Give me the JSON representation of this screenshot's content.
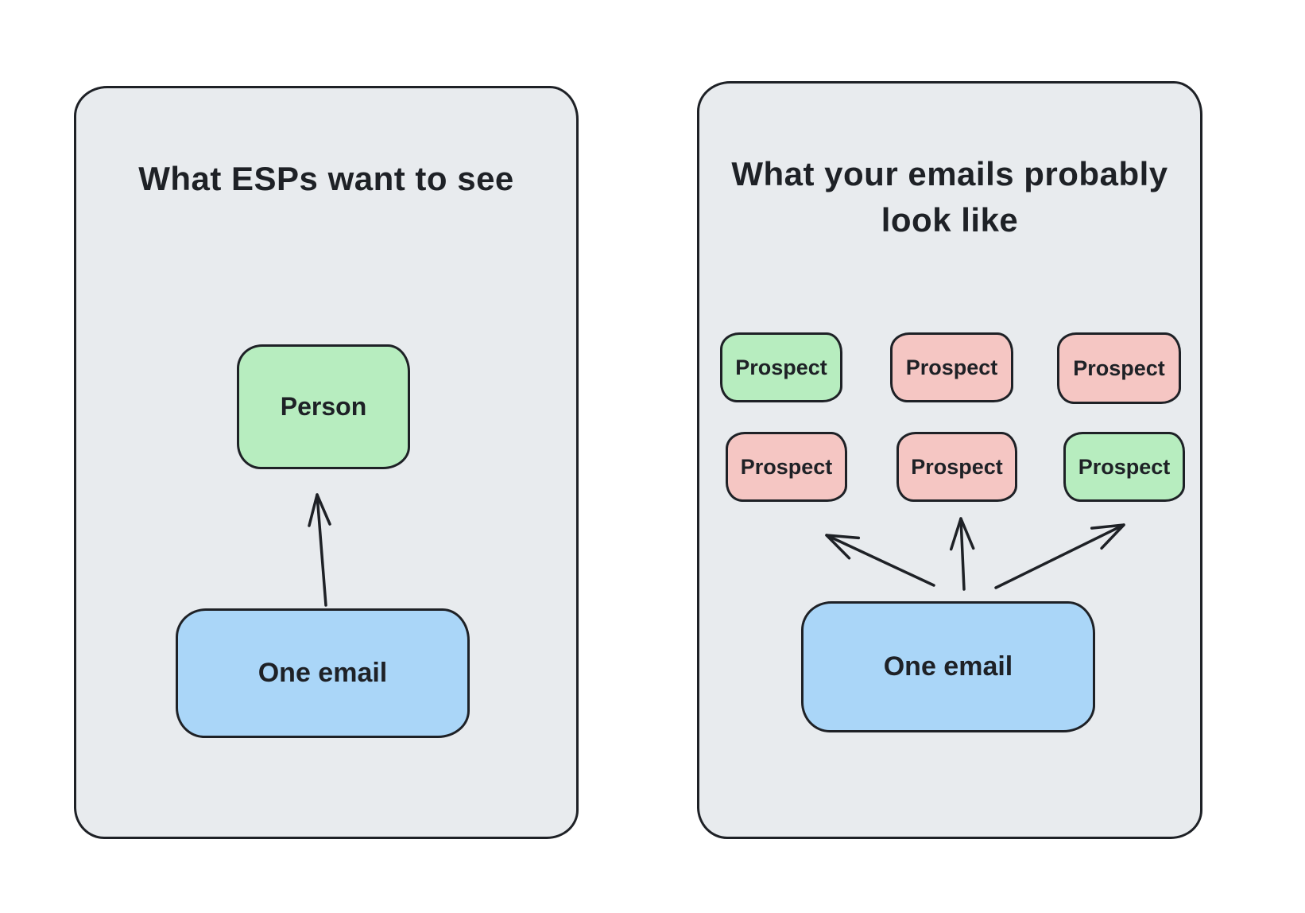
{
  "left_panel": {
    "title": "What ESPs want to see",
    "person_label": "Person",
    "email_label": "One email"
  },
  "right_panel": {
    "title_line1": "What your emails probably",
    "title_line2": "look like",
    "email_label": "One email",
    "prospects": [
      {
        "label": "Prospect",
        "color": "#b7edbf"
      },
      {
        "label": "Prospect",
        "color": "#f5c6c3"
      },
      {
        "label": "Prospect",
        "color": "#f5c6c3"
      },
      {
        "label": "Prospect",
        "color": "#f5c6c3"
      },
      {
        "label": "Prospect",
        "color": "#f5c6c3"
      },
      {
        "label": "Prospect",
        "color": "#b7edbf"
      }
    ]
  },
  "colors": {
    "page_bg": "#ffffff",
    "panel_bg": "#e8ebee",
    "stroke": "#1e2126",
    "text": "#1e2126",
    "green": "#b7edbf",
    "pink": "#f5c6c3",
    "blue": "#aad6f8"
  }
}
